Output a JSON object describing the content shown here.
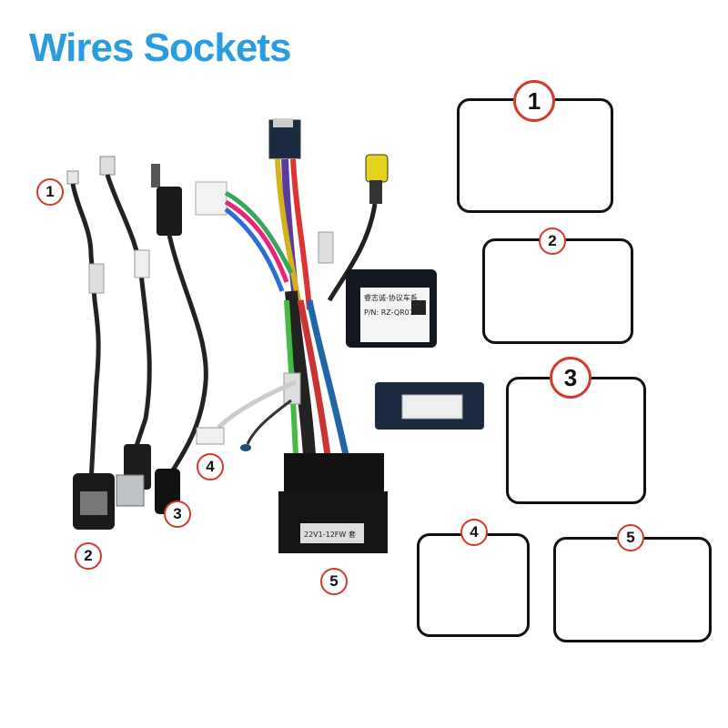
{
  "title": "Wires Sockets",
  "labels": {
    "left": [
      "1",
      "2",
      "3",
      "4",
      "5"
    ],
    "boxes": [
      "1",
      "2",
      "3",
      "4",
      "5"
    ]
  },
  "module_text": {
    "line1": "睿志诚-协议车系",
    "line2": "P/N: RZ-QR07"
  },
  "connector_text": "22V1-12FW 套"
}
